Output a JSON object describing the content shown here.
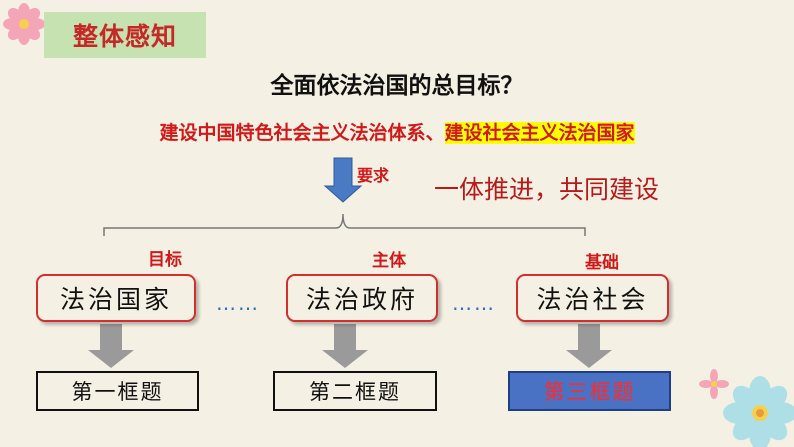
{
  "badge": "整体感知",
  "question": "全面依法治国的总目标？",
  "goal": {
    "part1": "建设中国特色社会主义法治体系、",
    "part2": "建设社会主义法治国家"
  },
  "requirement_label": "要求",
  "slogan": "一体推进，共同建设",
  "pillars": [
    {
      "role": "目标",
      "name": "法治国家",
      "topic": "第一框题"
    },
    {
      "role": "主体",
      "name": "法治政府",
      "topic": "第二框题"
    },
    {
      "role": "基础",
      "name": "法治社会",
      "topic": "第三框题"
    }
  ],
  "separator": "……",
  "colors": {
    "red_text": "#d21919",
    "badge_bg": "#c5e2b0",
    "highlight": "#ffff00",
    "arrow_blue": "#4a7ac4",
    "active_topic_bg": "#4a72c4"
  }
}
